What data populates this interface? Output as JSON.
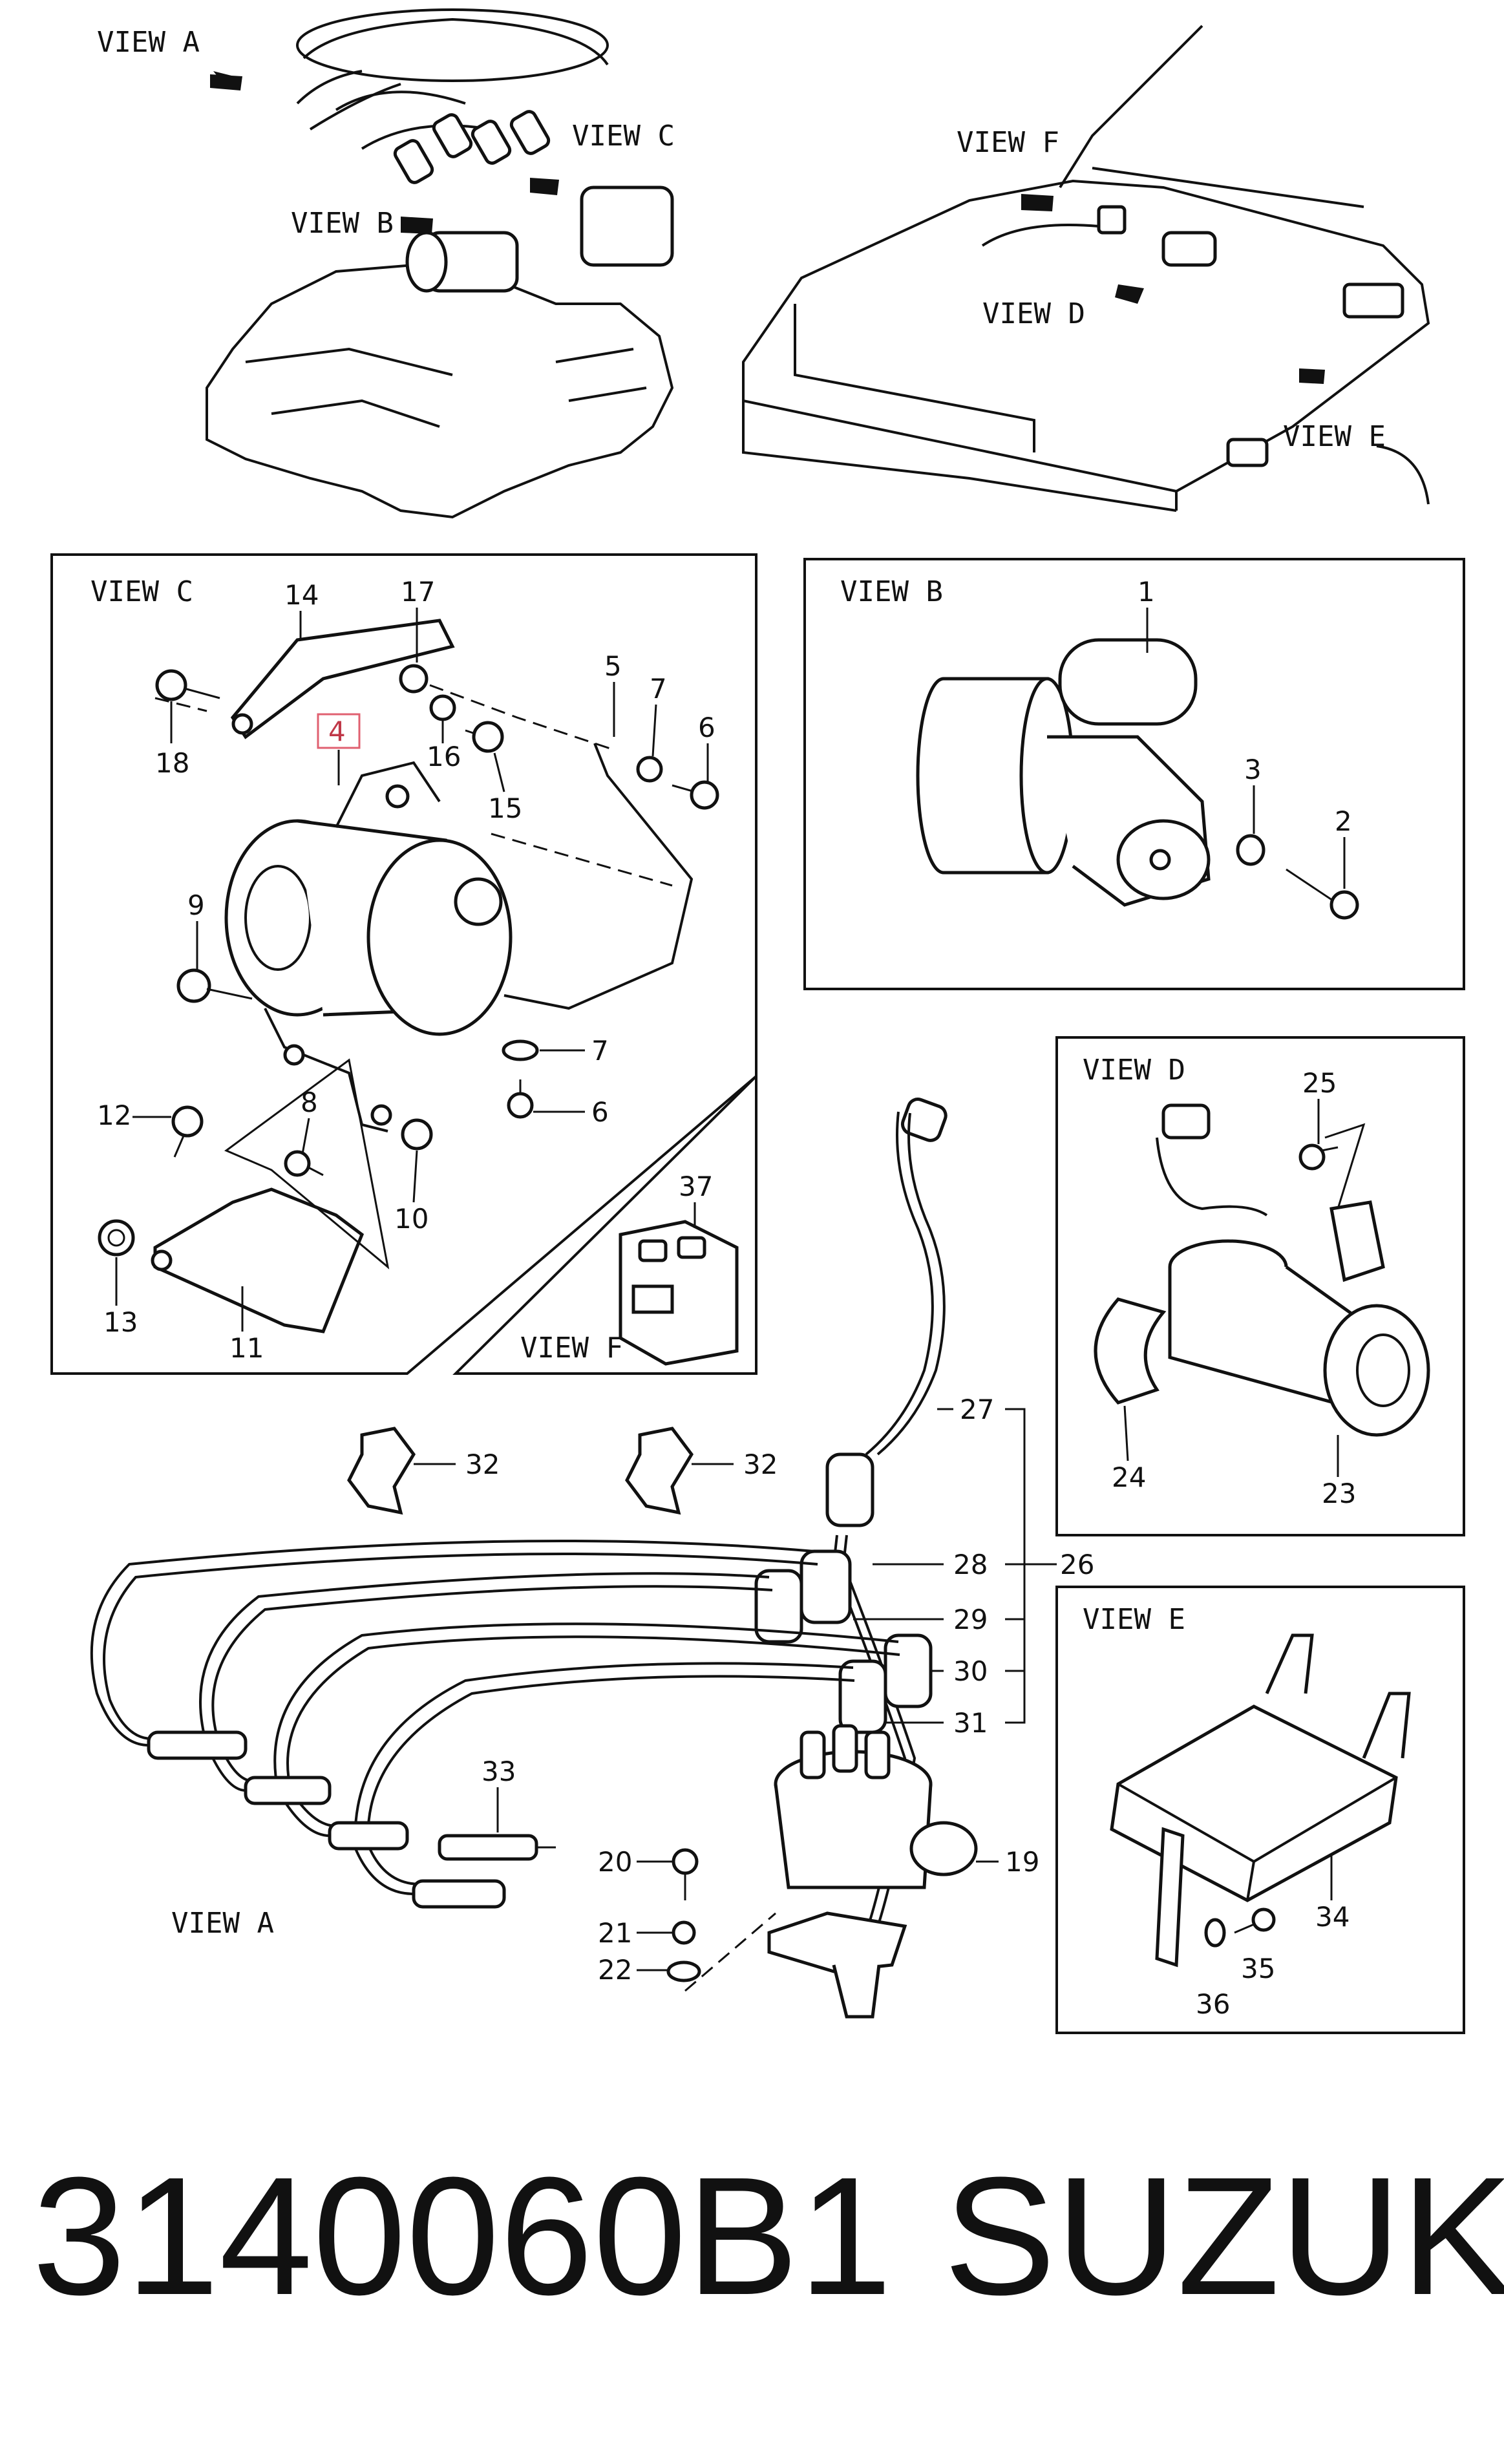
{
  "views": {
    "a_top": "VIEW A",
    "b_top": "VIEW B",
    "c_top": "VIEW C",
    "d_top": "VIEW D",
    "e_top": "VIEW E",
    "f_top": "VIEW F",
    "c_panel": "VIEW C",
    "b_panel": "VIEW B",
    "d_panel": "VIEW D",
    "e_panel": "VIEW E",
    "f_panel": "VIEW F",
    "a_bottom": "VIEW A"
  },
  "callouts": {
    "c1": "1",
    "c2": "2",
    "c3": "3",
    "c4": "4",
    "c5": "5",
    "c6a": "6",
    "c6b": "6",
    "c7a": "7",
    "c7b": "7",
    "c8": "8",
    "c9": "9",
    "c10": "10",
    "c11": "11",
    "c12": "12",
    "c13": "13",
    "c14": "14",
    "c15": "15",
    "c16": "16",
    "c17": "17",
    "c18": "18",
    "c19": "19",
    "c20": "20",
    "c21": "21",
    "c22": "22",
    "c23": "23",
    "c24": "24",
    "c25": "25",
    "c26": "26",
    "c27": "27",
    "c28": "28",
    "c29": "29",
    "c30": "30",
    "c31": "31",
    "c32a": "32",
    "c32b": "32",
    "c33": "33",
    "c34": "34",
    "c35": "35",
    "c36": "36",
    "c37": "37"
  },
  "highlighted_callout": "4",
  "highlight_color": "#e06070",
  "footer": {
    "part_number": "3140060B1",
    "brand": "SUZUKI"
  }
}
